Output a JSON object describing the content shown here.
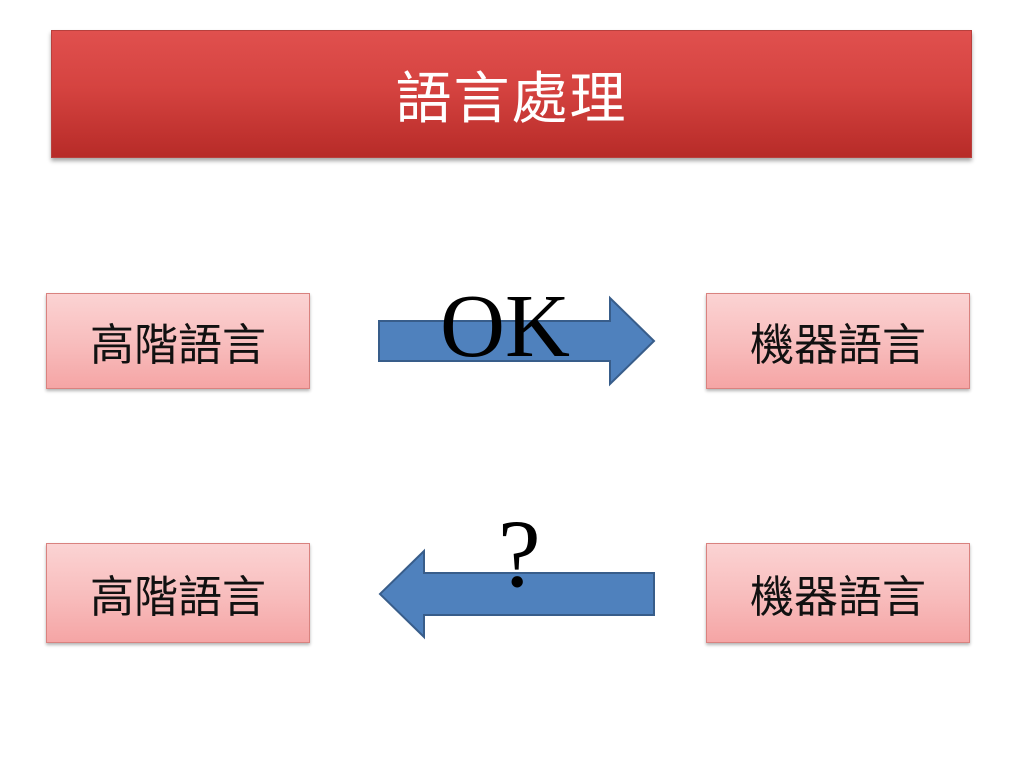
{
  "title": "語言處理",
  "rows": [
    {
      "left_label": "高階語言",
      "right_label": "機器語言",
      "direction": "right",
      "caption": "OK"
    },
    {
      "left_label": "高階語言",
      "right_label": "機器語言",
      "direction": "left",
      "caption": "?"
    }
  ],
  "colors": {
    "title_bar": "#d54340",
    "box_fill": "#f8bcbc",
    "box_border": "#d9827f",
    "arrow_fill": "#4f81bd",
    "arrow_stroke": "#385d8a"
  }
}
